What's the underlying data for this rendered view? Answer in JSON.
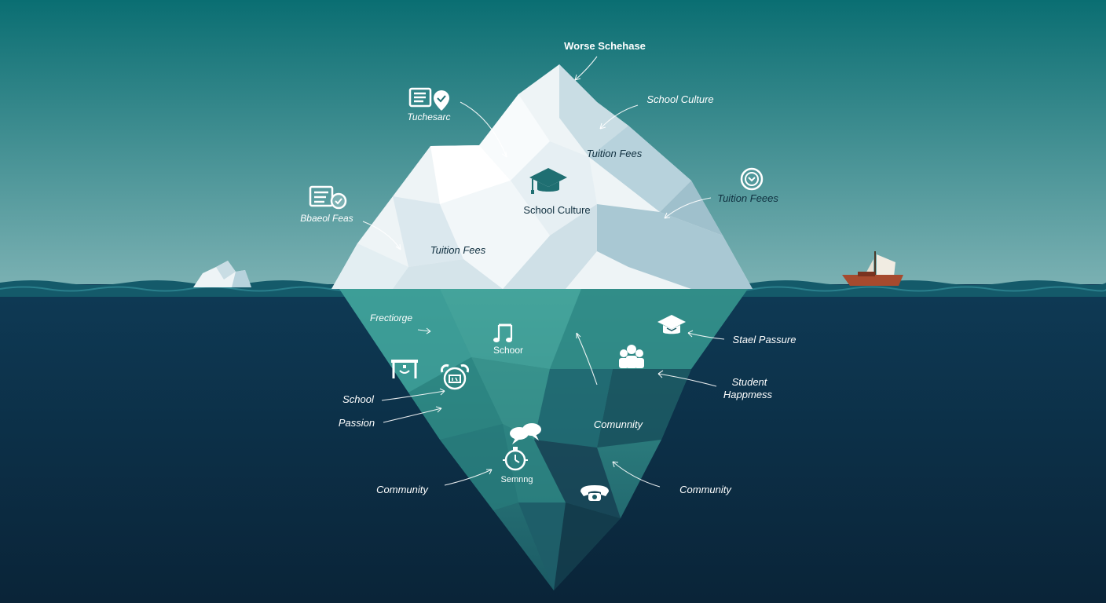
{
  "diagram": {
    "colors": {
      "sky_top": "#0a6e72",
      "sky_bottom": "#7bb1b3",
      "sea": "#0b2c45",
      "ice_light": "#f3f7f8",
      "ice_shadow": "#b7d2dc",
      "ice_underwater": "#2d8c87",
      "icon_accent": "#1f6f72",
      "boat_hull": "#a64a2e"
    },
    "above_water": [
      {
        "id": "peak",
        "label": "Worse Schehase",
        "icon": null
      },
      {
        "id": "top-left",
        "label": "Tuchesarc",
        "icon": "list-pin-icon"
      },
      {
        "id": "top-right",
        "label": "School Culture",
        "icon": null
      },
      {
        "id": "upper-right-inner",
        "label": "Tuition Fees",
        "icon": null
      },
      {
        "id": "center",
        "label": "School Culture",
        "icon": "graduation-cap-icon"
      },
      {
        "id": "right",
        "label": "Tuition Feees",
        "icon": "chevron-circle-icon"
      },
      {
        "id": "left",
        "label": "Bbaeol Feas",
        "icon": "document-check-icon"
      },
      {
        "id": "lower-left",
        "label": "Tuition Fees",
        "icon": null
      }
    ],
    "below_water": [
      {
        "id": "fractionge",
        "label": "Frectiorge",
        "icon": null
      },
      {
        "id": "schoor",
        "label": "Schoor",
        "icon": "music-notes-icon"
      },
      {
        "id": "stael-passure",
        "label": "Stael Passure",
        "icon": "graduation-cap-icon"
      },
      {
        "id": "student-happiness",
        "label": "Student",
        "label2": "Happmess",
        "icon": "people-icon"
      },
      {
        "id": "school",
        "label": "School",
        "icon": "board-icon"
      },
      {
        "id": "passion",
        "label": "Passion",
        "icon": "alarm-clock-icon"
      },
      {
        "id": "community-center",
        "label": "Comunnity",
        "icon": "speech-bubbles-icon"
      },
      {
        "id": "semnng",
        "label": "Semnng",
        "icon": "timer-icon"
      },
      {
        "id": "community-left",
        "label": "Community",
        "icon": null
      },
      {
        "id": "community-right",
        "label": "Community",
        "icon": "phone-icon"
      }
    ]
  }
}
